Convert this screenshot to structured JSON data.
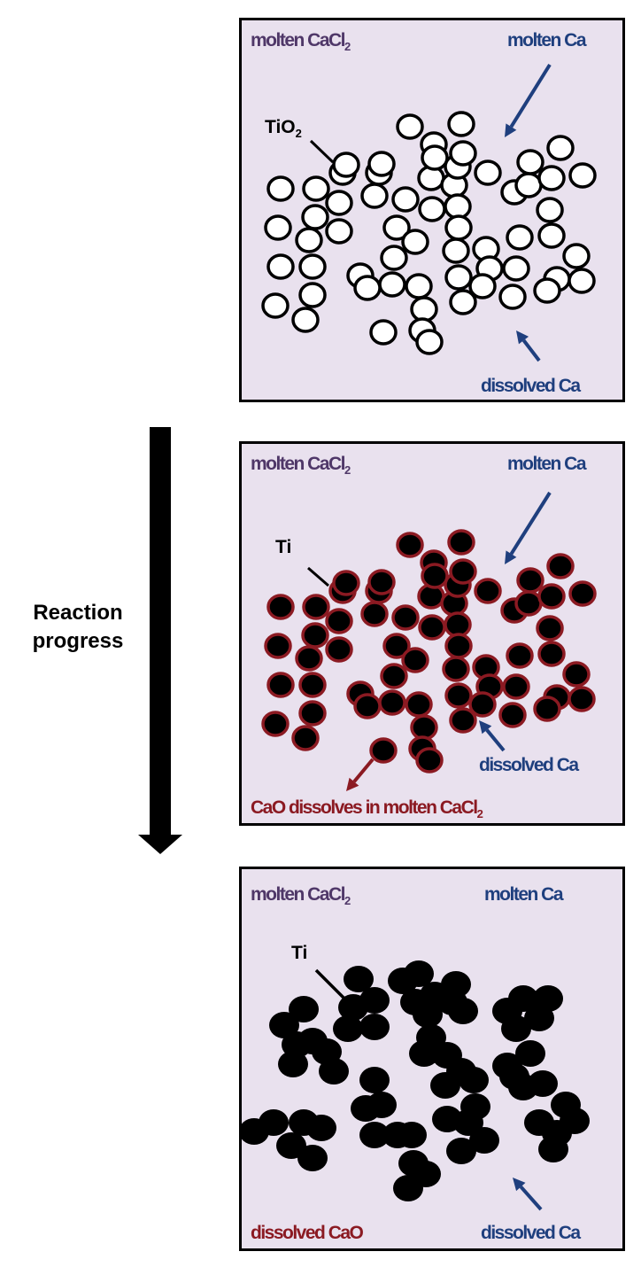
{
  "panels": [
    {
      "stage": "TiO2 particles",
      "labels": {
        "salt_main": "molten CaCl",
        "salt_sub": "2",
        "metal": "molten Ca",
        "particle_main": "TiO",
        "particle_sub": "2",
        "dissolved": "dissolved Ca"
      }
    },
    {
      "stage": "Ti with CaO shell",
      "labels": {
        "salt_main": "molten CaCl",
        "salt_sub": "2",
        "metal": "molten Ca",
        "particle": "Ti",
        "dissolved": "dissolved Ca",
        "cao_main": "CaO dissolves in molten CaCl",
        "cao_sub": "2"
      }
    },
    {
      "stage": "sintered Ti",
      "labels": {
        "salt_main": "molten CaCl",
        "salt_sub": "2",
        "metal": "molten Ca",
        "particle": "Ti",
        "dissolved_cao": "dissolved CaO",
        "dissolved": "dissolved Ca"
      }
    }
  ],
  "progress": {
    "line1": "Reaction",
    "line2": "progress"
  },
  "colors": {
    "panel_bg": "#e9e1ee",
    "salt_text": "#4f3768",
    "calcium_text": "#1f3f7e",
    "cao_text": "#8b1a22",
    "particle_shell": "#8b1a22",
    "arrow_blue": "#1f3f7e",
    "arrow_red": "#8b1a22"
  }
}
